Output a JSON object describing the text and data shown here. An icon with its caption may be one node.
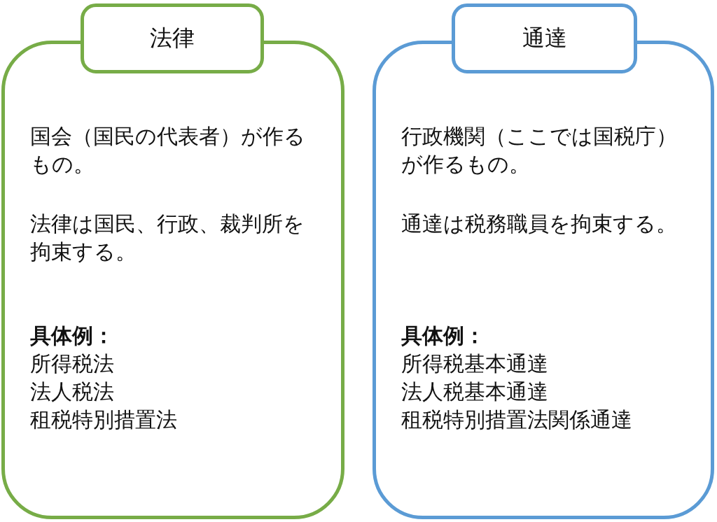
{
  "diagram": {
    "nodes": [
      {
        "text": [
          "法律"
        ]
      },
      {
        "text": [
          "国会（国民の代表者）が作るもの。",
          "法律は国民、行政、裁判所を拘束する。",
          "具体例：",
          "所得税法",
          "法人税法",
          "租税特別措置法"
        ]
      },
      {
        "text": [
          "通達"
        ]
      },
      {
        "text": [
          "行政機関（ここでは国税庁）が作るもの。",
          "通達は税務職員を拘束する。",
          "具体例：",
          "所得税基本通達",
          "法人税基本通達",
          "租税特別措置法関係通達"
        ]
      }
    ]
  }
}
